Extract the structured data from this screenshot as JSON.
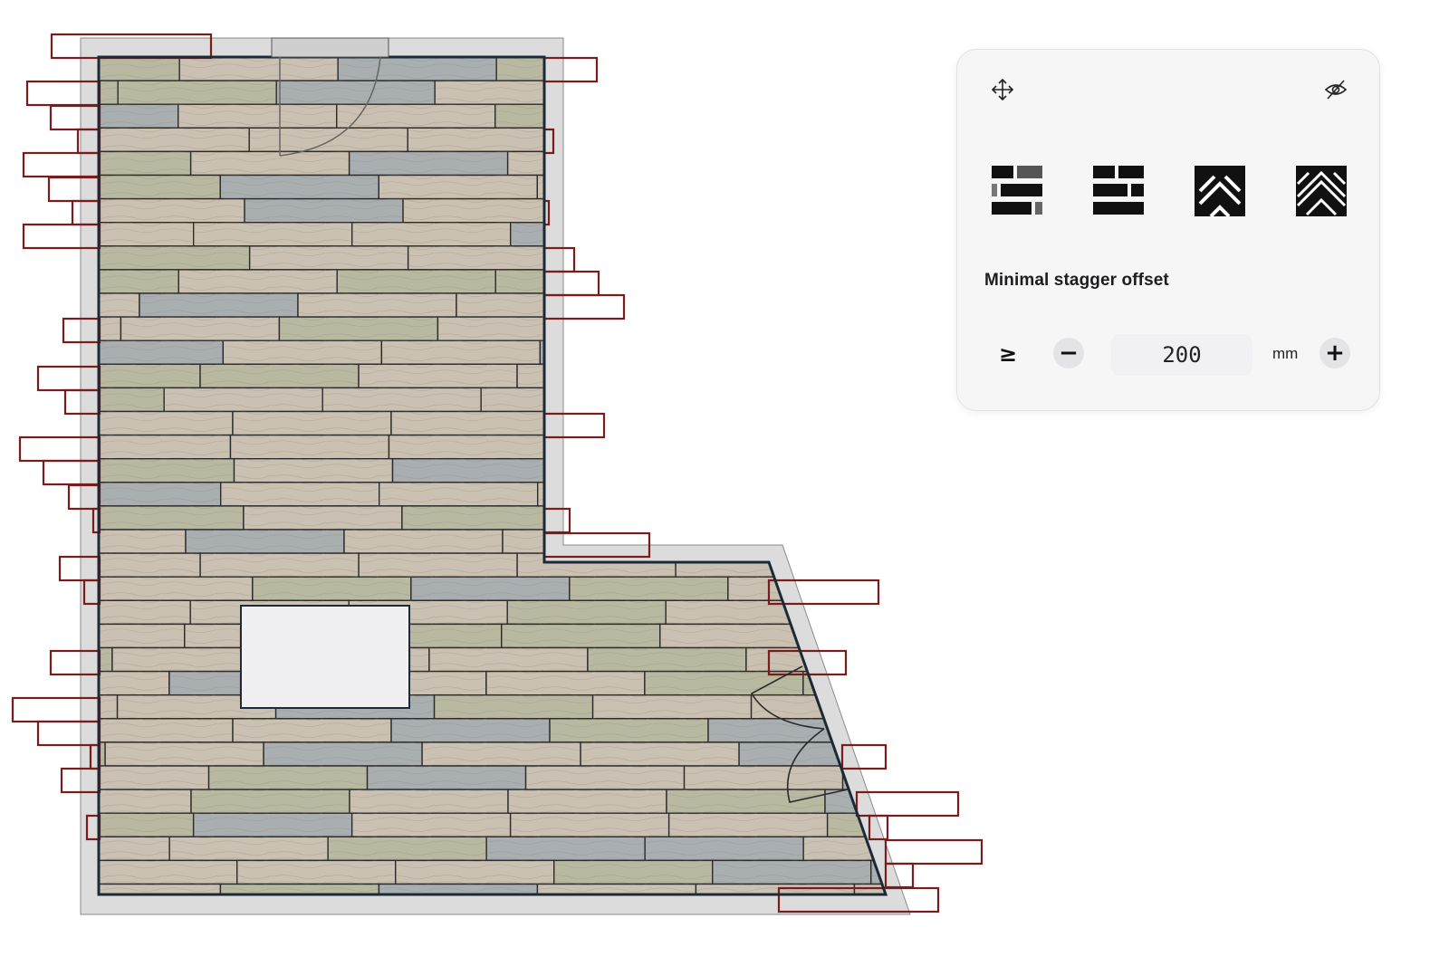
{
  "panel": {
    "move_icon": "move-arrows-icon",
    "hide_icon": "eye-off-icon",
    "patterns": [
      {
        "name": "staggered-random",
        "icon": "staggered-random-pattern-icon"
      },
      {
        "name": "staggered-brick",
        "icon": "brick-pattern-icon"
      },
      {
        "name": "herringbone",
        "icon": "herringbone-pattern-icon"
      },
      {
        "name": "herringbone-double",
        "icon": "double-herringbone-pattern-icon"
      }
    ],
    "label": "Minimal stagger offset",
    "comparator": "≥",
    "minus_label": "−",
    "plus_label": "+",
    "value": "200",
    "unit": "mm"
  },
  "colors": {
    "wall": "#d9d9d9",
    "overflow_outline": "#7a1c1c",
    "plank_light": "#cbc1b2",
    "plank_grey": "#a9aeb1",
    "plank_green": "#b9b9a2"
  }
}
